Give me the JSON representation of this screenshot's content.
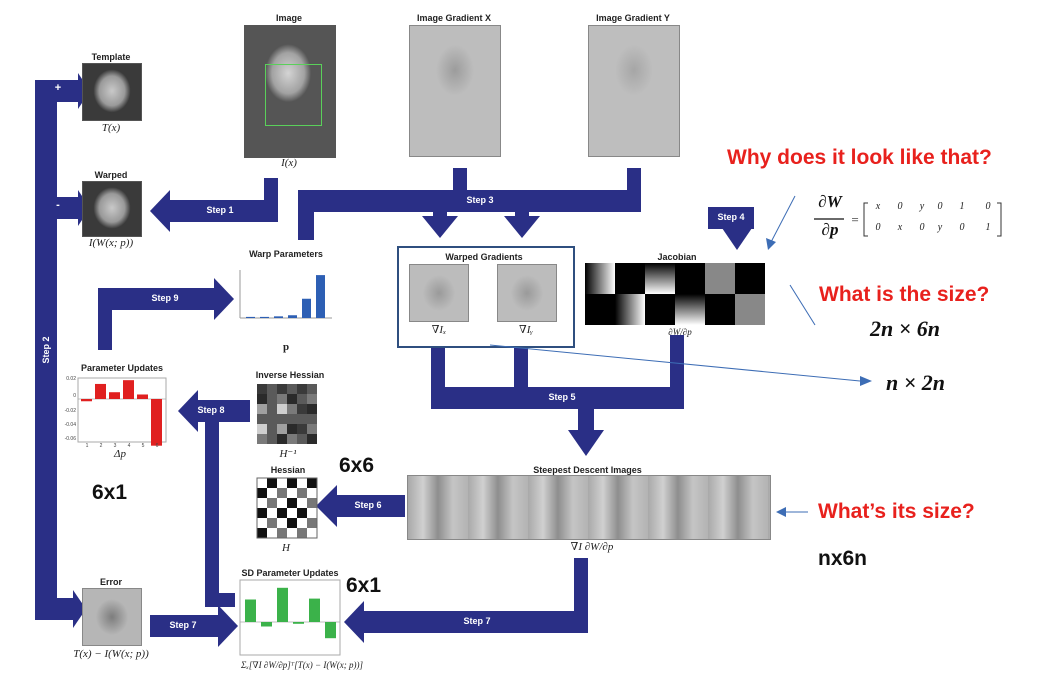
{
  "labels": {
    "template": "Template",
    "image": "Image",
    "grad_x": "Image Gradient X",
    "grad_y": "Image Gradient Y",
    "warped": "Warped",
    "warp_params": "Warp Parameters",
    "warped_gradients": "Warped Gradients",
    "jacobian": "Jacobian",
    "param_updates": "Parameter Updates",
    "inverse_hessian": "Inverse Hessian",
    "hessian": "Hessian",
    "steepest": "Steepest Descent Images",
    "error": "Error",
    "sd_updates": "SD Parameter Updates"
  },
  "math": {
    "t_x": "T(x)",
    "i_x": "I(x)",
    "i_w": "I(W(x; p))",
    "p": "p",
    "grad_ix": "∇Iₓ",
    "grad_iy": "∇Iᵧ",
    "dw_dp_small": "∂W/∂p",
    "delta_p": "Δp",
    "h_inv": "H⁻¹",
    "h": "H",
    "sd_img": "∇I ∂W/∂p",
    "error_expr": "T(x) − I(W(x; p))",
    "sd_sum": "Σₓ[∇I ∂W/∂p]ᵀ[T(x) − I(W(x; p))]",
    "plus": "+",
    "minus": "-"
  },
  "steps": {
    "s1": "Step 1",
    "s2": "Step 2",
    "s3": "Step 3",
    "s4": "Step 4",
    "s5": "Step 5",
    "s6": "Step 6",
    "s7a": "Step 7",
    "s7b": "Step 7",
    "s8": "Step 8",
    "s9": "Step 9"
  },
  "annotations": {
    "why": "Why does it look like that?",
    "size_q": "What is the size?",
    "size_2n6n": "2n × 6n",
    "size_n2n": "n × 2n",
    "its_size": "What’s its size?",
    "nx6n": "nx6n",
    "six_by_one_a": "6x1",
    "six_by_six": "6x6",
    "six_by_one_b": "6x1"
  },
  "jacobian_eq": {
    "lhs_num": "∂W",
    "lhs_den": "∂p",
    "eq": "=",
    "row1": [
      "x",
      "0",
      "y",
      "0",
      "1",
      "0"
    ],
    "row2": [
      "0",
      "x",
      "0",
      "y",
      "0",
      "1"
    ]
  },
  "colors": {
    "arrow": "#2a2f86",
    "red_text": "#e8211d",
    "highlight_box": "#2f4f7f",
    "red_bar": "#e02020",
    "green_bar": "#3bb24a",
    "blue_bar": "#2d5fb4"
  },
  "chart_warp": {
    "values": [
      0.02,
      0.02,
      0.03,
      0.05,
      0.35,
      0.78
    ]
  },
  "chart_updates": {
    "ticks": [
      "0.02",
      "0",
      "-0.02",
      "-0.04",
      "-0.06"
    ],
    "xticks": [
      "1",
      "2",
      "3",
      "4",
      "5",
      "6"
    ],
    "values": [
      -0.003,
      0.02,
      0.009,
      0.025,
      0.006,
      -0.062
    ]
  },
  "chart_sd": {
    "values": [
      2.5,
      -0.5,
      3.8,
      -0.2,
      2.6,
      -1.8
    ]
  }
}
